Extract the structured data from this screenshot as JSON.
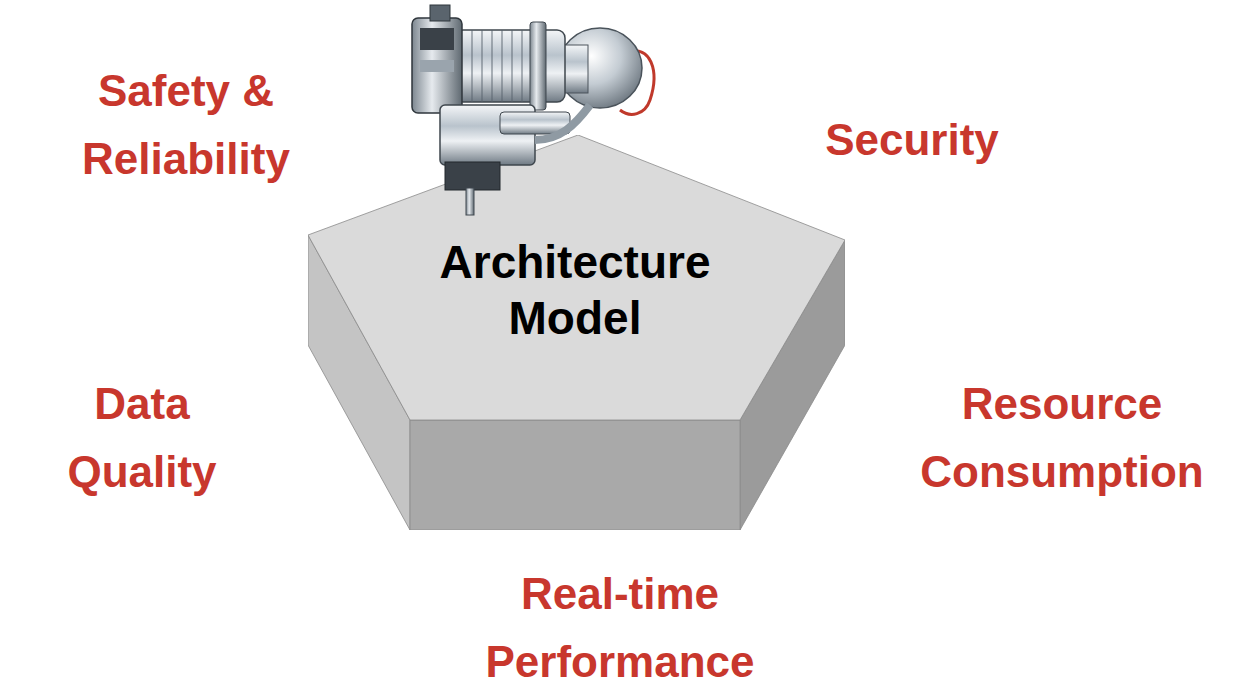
{
  "diagram": {
    "nodes": [
      {
        "text": [
          "Architecture Model"
        ]
      }
    ],
    "labels": [
      "Safety & Reliability",
      "Security",
      "Data Quality",
      "Resource Consumption",
      "Real-time Performance"
    ]
  }
}
